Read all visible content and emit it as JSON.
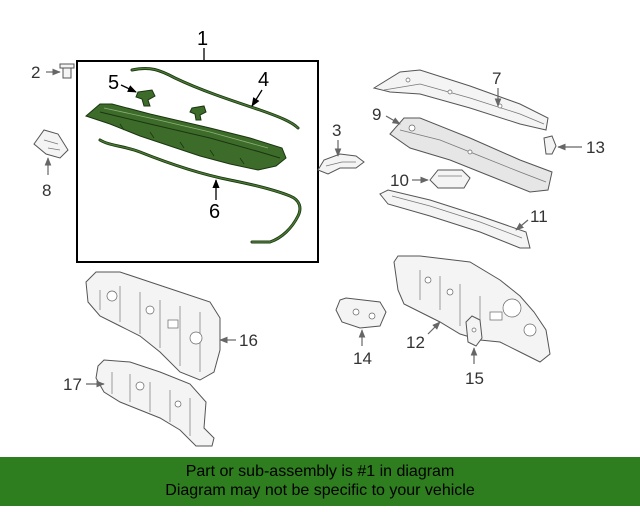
{
  "callouts": {
    "c1": "1",
    "c2": "2",
    "c3": "3",
    "c4": "4",
    "c5": "5",
    "c6": "6",
    "c7": "7",
    "c8": "8",
    "c9": "9",
    "c10": "10",
    "c11": "11",
    "c12": "12",
    "c13": "13",
    "c14": "14",
    "c15": "15",
    "c16": "16",
    "c17": "17"
  },
  "footer": {
    "line1": "Part or sub-assembly is #1 in diagram",
    "line2": "Diagram may not be specific to your vehicle"
  },
  "colors": {
    "highlight": "#2e7d1e",
    "part_green": "#3d6b2a"
  }
}
